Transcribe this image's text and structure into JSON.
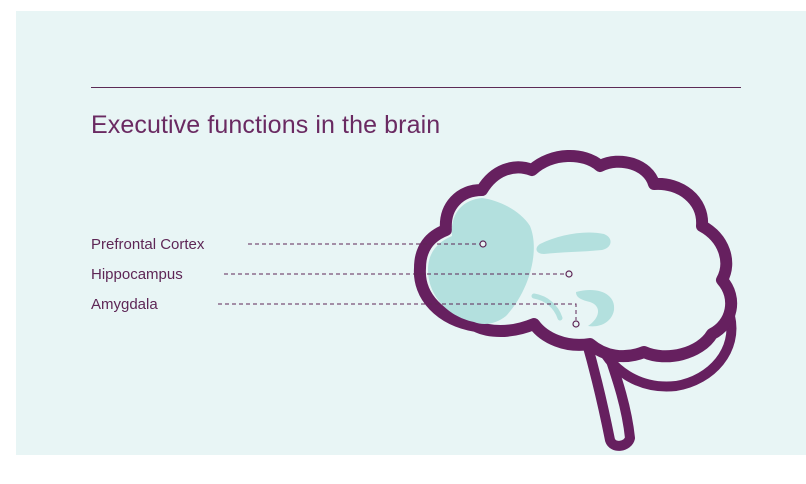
{
  "title": "Executive functions in the brain",
  "regions": [
    {
      "label": "Prefrontal Cortex"
    },
    {
      "label": "Hippocampus"
    },
    {
      "label": "Amygdala"
    }
  ],
  "colors": {
    "background": "#e8f5f5",
    "outline": "#66205f",
    "highlight": "#b3e0de",
    "text": "#5e2656"
  }
}
